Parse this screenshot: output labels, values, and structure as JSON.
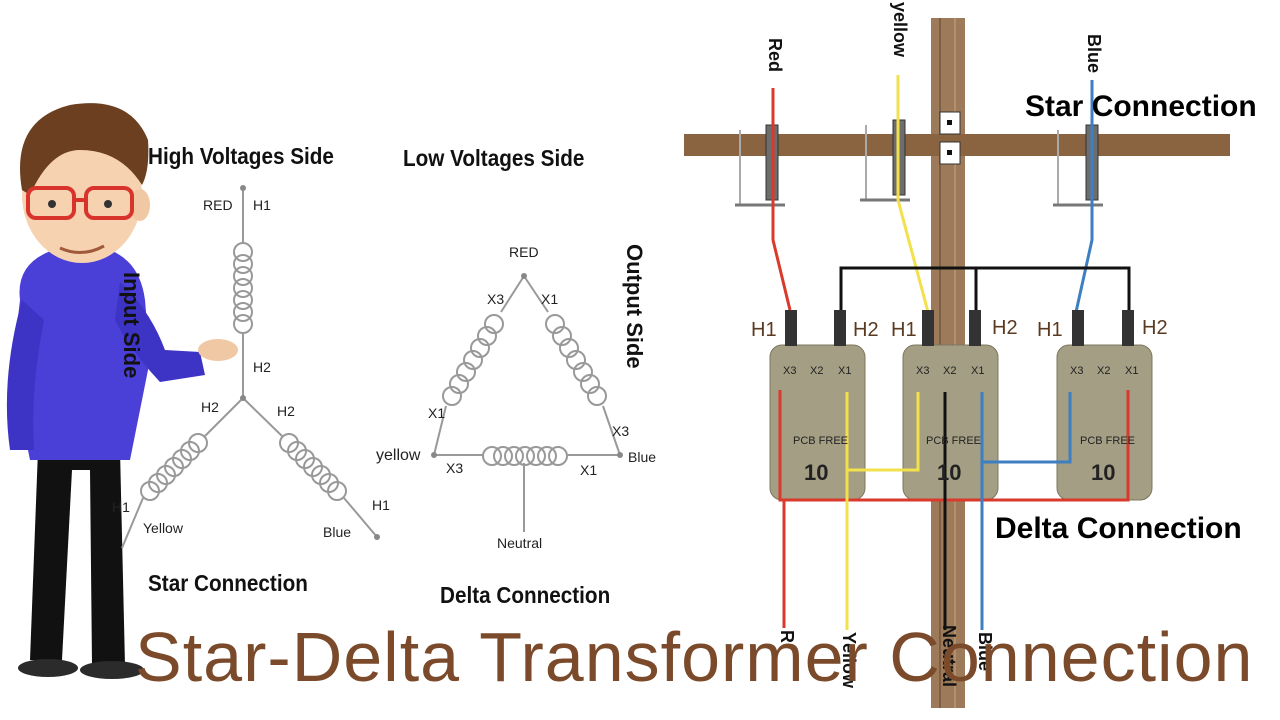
{
  "title": "Star-Delta Transformer Connection",
  "left": {
    "high_side_heading": "High Voltages Side",
    "low_side_heading": "Low Voltages Side",
    "input_side": "Input Side",
    "output_side": "Output Side",
    "star_caption": "Star Connection",
    "delta_caption": "Delta Connection",
    "star_labels": {
      "red": "RED",
      "h1_top": "H1",
      "h2_center": "H2",
      "h2_left": "H2",
      "h2_right": "H2",
      "h1_left": "H1",
      "h1_right": "H1",
      "yellow": "Yellow",
      "blue": "Blue"
    },
    "delta_labels": {
      "red": "RED",
      "x3_top": "X3",
      "x1_top": "X1",
      "x1_left": "X1",
      "x3_right": "X3",
      "yellow": "yellow",
      "x3_bottom": "X3",
      "x1_bottom": "X1",
      "blue": "Blue",
      "neutral": "Neutral"
    }
  },
  "right": {
    "star_connection": "Star Connection",
    "delta_connection": "Delta Connection",
    "wire_top": {
      "red": "Red",
      "yellow": "yellow",
      "blue": "Blue"
    },
    "wire_bottom": {
      "red": "R",
      "yellow": "Yellow",
      "neutral": "Neutral",
      "blue": "Blue"
    },
    "transformers": [
      {
        "h1": "H1",
        "h2": "H2",
        "x3": "X3",
        "x2": "X2",
        "x1": "X1",
        "pcb": "PCB FREE",
        "rating": "10"
      },
      {
        "h1": "H1",
        "h2": "H2",
        "x3": "X3",
        "x2": "X2",
        "x1": "X1",
        "pcb": "PCB FREE",
        "rating": "10"
      },
      {
        "h1": "H1",
        "h2": "H2",
        "x3": "X3",
        "x2": "X2",
        "x1": "X1",
        "pcb": "PCB FREE",
        "rating": "10"
      }
    ]
  },
  "colors": {
    "red_wire": "#d93a2b",
    "yellow_wire": "#f2e14c",
    "blue_wire": "#3d7fc1",
    "neutral_wire": "#111111",
    "pole": "#9c7a5a",
    "crossarm": "#8a6340",
    "tank": "#a49e84",
    "title": "#7a4a2a",
    "shirt": "#4a3fd6"
  }
}
